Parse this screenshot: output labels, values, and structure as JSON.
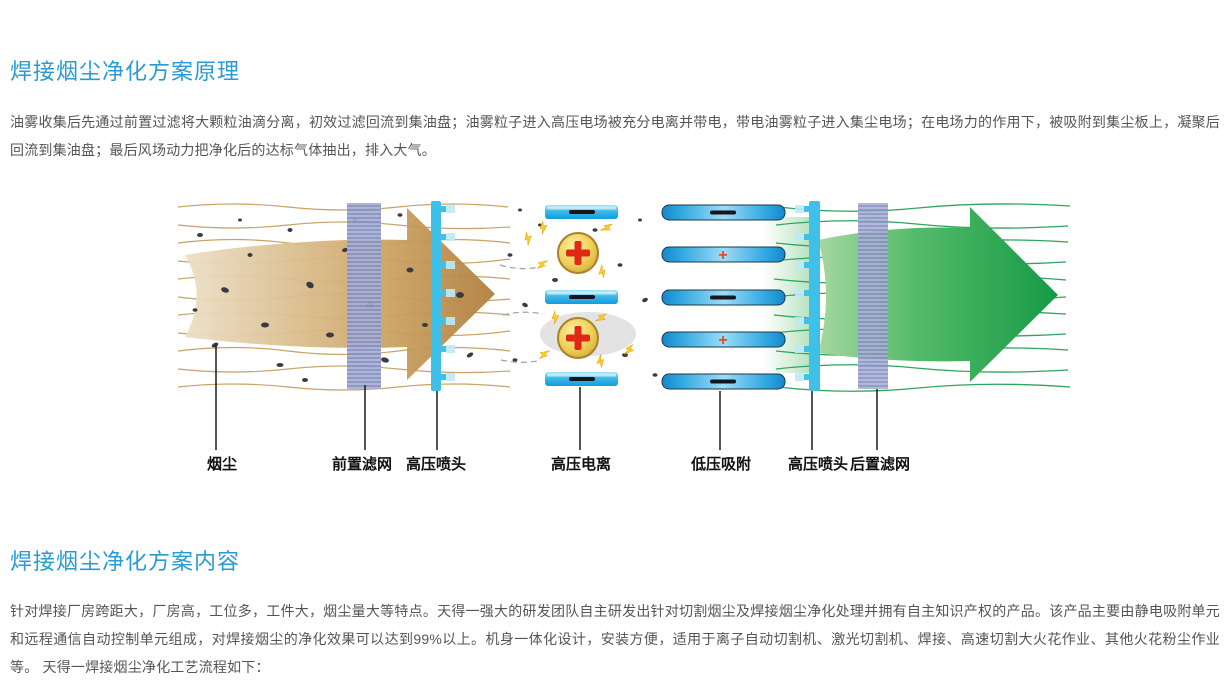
{
  "page": {
    "background": "#ffffff",
    "accent_color": "#2a9bd2",
    "body_text_color": "#555555"
  },
  "sections": [
    {
      "heading": "焊接烟尘净化方案原理",
      "paragraph": "油雾收集后先通过前置过滤将大颗粒油滴分离，初效过滤回流到集油盘；油雾粒子进入高压电场被充分电离并带电，带电油雾粒子进入集尘电场；在电场力的作用下，被吸附到集尘板上，凝聚后回流到集油盘；最后风场动力把净化后的达标气体抽出，排入大气。"
    },
    {
      "heading": "焊接烟尘净化方案内容",
      "paragraph": "针对焊接厂房跨距大，厂房高，工位多，工件大，烟尘量大等特点。天得一强大的研发团队自主研发出针对切割烟尘及焊接烟尘净化处理并拥有自主知识产权的产品。该产品主要由静电吸附单元和远程通信自动控制单元组成，对焊接烟尘的净化效果可以达到99%以上。机身一体化设计，安装方便，适用于离子自动切割机、激光切割机、焊接、高速切割大火花作业、其他火花粉尘作业等。 天得一焊接烟尘净化工艺流程如下："
    }
  ],
  "diagram": {
    "labels": [
      "烟尘",
      "前置滤网",
      "高压喷头",
      "高压电离",
      "低压吸附",
      "高压喷头",
      "后置滤网"
    ],
    "ionizer_plate_marks": [
      "−",
      "−",
      "−"
    ],
    "collector_plate_marks": [
      "−",
      "+",
      "−",
      "+",
      "−"
    ],
    "ion_symbol": "+",
    "colors": {
      "dust_flow": "#b9884a",
      "dust_lines": "#c8a369",
      "clean_flow": "#21a04d",
      "clean_lines": "#2fa45c",
      "nozzle_bar": "#3fc0e8",
      "filter_mesh": "#a2aad2",
      "electrode": "#2fa6e0",
      "ion_ball": "#efcf58",
      "ion_cross": "#e02817",
      "plus_mark": "#e8491f"
    }
  }
}
